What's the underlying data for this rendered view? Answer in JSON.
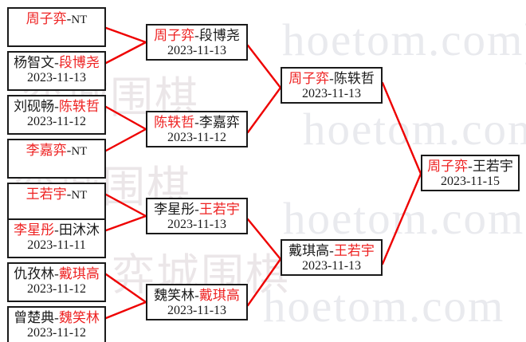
{
  "watermark": {
    "text_latin": "hoetom.com",
    "text_latin_paren": "hoetom.com)",
    "text_cn": "弈城围棋",
    "color": "#e9eaee"
  },
  "colors": {
    "winner": "#ee2222",
    "loser": "#1a1a1a",
    "connector": "#ee0000",
    "box_border": "#1a1a1a",
    "background": "#ffffff"
  },
  "bracket": {
    "round1": [
      {
        "id": "r1m1",
        "winner": "周子弈",
        "loser": "NT",
        "date": ""
      },
      {
        "id": "r1m2",
        "winner": "段博尧",
        "loser": "杨智文",
        "date": "2023-11-13"
      },
      {
        "id": "r1m3",
        "winner": "陈轶哲",
        "loser": "刘砚畅",
        "date": "2023-11-12"
      },
      {
        "id": "r1m4",
        "winner": "李嘉弈",
        "loser": "NT",
        "date": ""
      },
      {
        "id": "r1m5",
        "winner": "王若宇",
        "loser": "NT",
        "date": ""
      },
      {
        "id": "r1m6",
        "winner": "李星彤",
        "loser": "田沐沐",
        "date": "2023-11-11"
      },
      {
        "id": "r1m7",
        "winner": "戴琪高",
        "loser": "仇孜林",
        "date": "2023-11-12"
      },
      {
        "id": "r1m8",
        "winner": "魏笑林",
        "loser": "曾楚典",
        "date": "2023-11-12"
      }
    ],
    "round2": [
      {
        "id": "r2m1",
        "winner": "周子弈",
        "loser": "段博尧",
        "date": "2023-11-13"
      },
      {
        "id": "r2m2",
        "winner": "陈轶哲",
        "loser": "李嘉弈",
        "date": "2023-11-12"
      },
      {
        "id": "r2m3",
        "winner": "王若宇",
        "loser": "李星彤",
        "date": "2023-11-13"
      },
      {
        "id": "r2m4",
        "winner": "戴琪高",
        "loser": "魏笑林",
        "date": "2023-11-13"
      }
    ],
    "round3": [
      {
        "id": "r3m1",
        "winner": "周子弈",
        "loser": "陈轶哲",
        "date": "2023-11-13"
      },
      {
        "id": "r3m2",
        "winner": "王若宇",
        "loser": "戴琪高",
        "date": "2023-11-13"
      }
    ],
    "round4": [
      {
        "id": "r4m1",
        "winner": "周子弈",
        "loser": "王若宇",
        "date": "2023-11-15"
      }
    ],
    "separator": "-"
  }
}
